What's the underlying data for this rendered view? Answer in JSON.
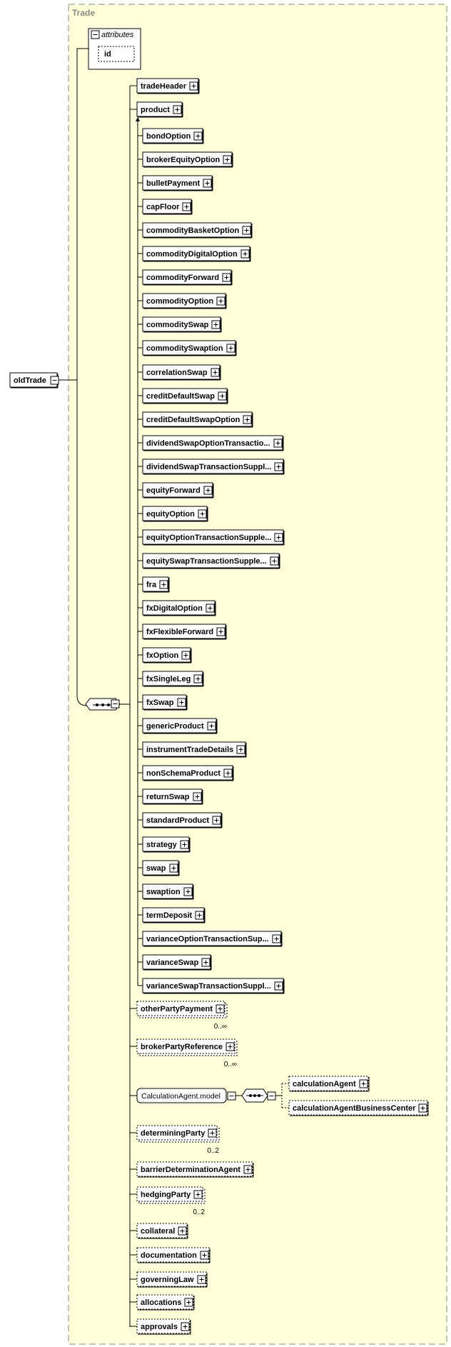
{
  "root": {
    "label": "oldTrade"
  },
  "type_name": "Trade",
  "attributes": {
    "heading": "attributes",
    "items": [
      "id"
    ]
  },
  "header": {
    "label": "tradeHeader"
  },
  "product": {
    "label": "product"
  },
  "substitutes": [
    "bondOption",
    "brokerEquityOption",
    "bulletPayment",
    "capFloor",
    "commodityBasketOption",
    "commodityDigitalOption",
    "commodityForward",
    "commodityOption",
    "commoditySwap",
    "commoditySwaption",
    "correlationSwap",
    "creditDefaultSwap",
    "creditDefaultSwapOption",
    "dividendSwapOptionTransactio...",
    "dividendSwapTransactionSuppl...",
    "equityForward",
    "equityOption",
    "equityOptionTransactionSupple...",
    "equitySwapTransactionSupple...",
    "fra",
    "fxDigitalOption",
    "fxFlexibleForward",
    "fxOption",
    "fxSingleLeg",
    "fxSwap",
    "genericProduct",
    "instrumentTradeDetails",
    "nonSchemaProduct",
    "returnSwap",
    "standardProduct",
    "strategy",
    "swap",
    "swaption",
    "termDeposit",
    "varianceOptionTransactionSup...",
    "varianceSwap",
    "varianceSwapTransactionSuppl..."
  ],
  "other_party_payment": {
    "label": "otherPartyPayment",
    "occurs": "0..∞"
  },
  "broker_party_reference": {
    "label": "brokerPartyReference",
    "occurs": "0..∞"
  },
  "calc_agent": {
    "group": "CalculationAgent.model",
    "choices": [
      "calculationAgent",
      "calculationAgentBusinessCenter"
    ]
  },
  "tail": [
    {
      "label": "determiningParty",
      "occurs": "0..2"
    },
    {
      "label": "barrierDeterminationAgent",
      "occurs": ""
    },
    {
      "label": "hedgingParty",
      "occurs": "0..2"
    },
    {
      "label": "collateral",
      "occurs": ""
    },
    {
      "label": "documentation",
      "occurs": ""
    },
    {
      "label": "governingLaw",
      "occurs": ""
    },
    {
      "label": "allocations",
      "occurs": ""
    },
    {
      "label": "approvals",
      "occurs": ""
    }
  ],
  "colors": {
    "panel": "#ffffd9",
    "box": "#ffffff",
    "line": "#000000",
    "border": "#888888"
  }
}
